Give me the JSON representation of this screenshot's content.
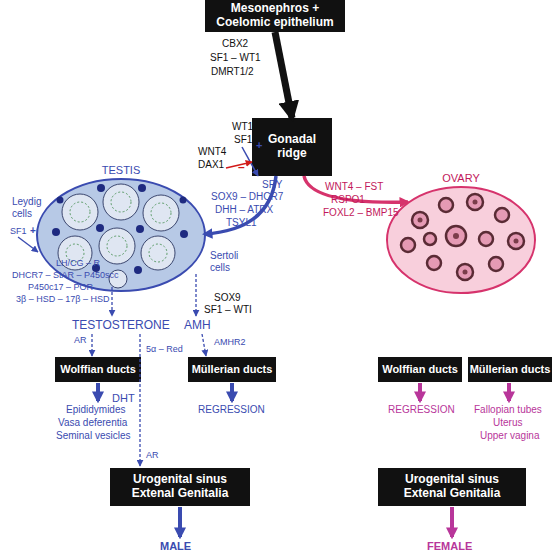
{
  "diagram": {
    "nodes": [
      {
        "text": [
          "Mesonephros + Coelomic epithelium"
        ]
      },
      {
        "text": [
          "Gonadal ridge"
        ]
      },
      {
        "text": [
          "TESTIS"
        ]
      },
      {
        "text": [
          "OVARY"
        ]
      },
      {
        "text": [
          "Wolffian ducts"
        ]
      },
      {
        "text": [
          "Müllerian ducts"
        ]
      },
      {
        "text": [
          "Wolffian ducts"
        ]
      },
      {
        "text": [
          "Müllerian ducts"
        ]
      },
      {
        "text": [
          "Urogenital sinus Extenal Genitalia"
        ]
      },
      {
        "text": [
          "Urogenital sinus Extenal Genitalia"
        ]
      }
    ],
    "edges": [
      {
        "from": 0,
        "to": 1,
        "arrow": "to"
      },
      {
        "from": 1,
        "to": 2,
        "arrow": "to"
      },
      {
        "from": 1,
        "to": 3,
        "arrow": "to"
      }
    ],
    "labels": [
      "CBX2",
      "SF1 – WT1",
      "DMRT1/2",
      "WT1",
      "SF1",
      "+",
      "WNT4",
      "DAX1",
      "–",
      "SRY",
      "SOX9 – DHCR7",
      "DHH – ATRX",
      "TSYL1",
      "WNT4 – FST",
      "RSPO1",
      "FOXL2 – BMP15",
      "Leydig cells",
      "SF1",
      "+",
      "LH/CG – R",
      "DHCR7 – StAR – P450scc",
      "P450c17 – POR",
      "3β – HSD – 17β – HSD",
      "Sertoli cells",
      "SOX9",
      "SF1 – WTI",
      "TESTOSTERONE",
      "AMH",
      "AR",
      "5α – Red",
      "AMHR2",
      "DHT",
      "Epididymides",
      "Vasa deferentia",
      "Seminal vesicles",
      "REGRESSION",
      "AR",
      "MALE",
      "REGRESSION",
      "Fallopian tubes",
      "Uterus",
      "Upper vagina",
      "FEMALE"
    ]
  }
}
